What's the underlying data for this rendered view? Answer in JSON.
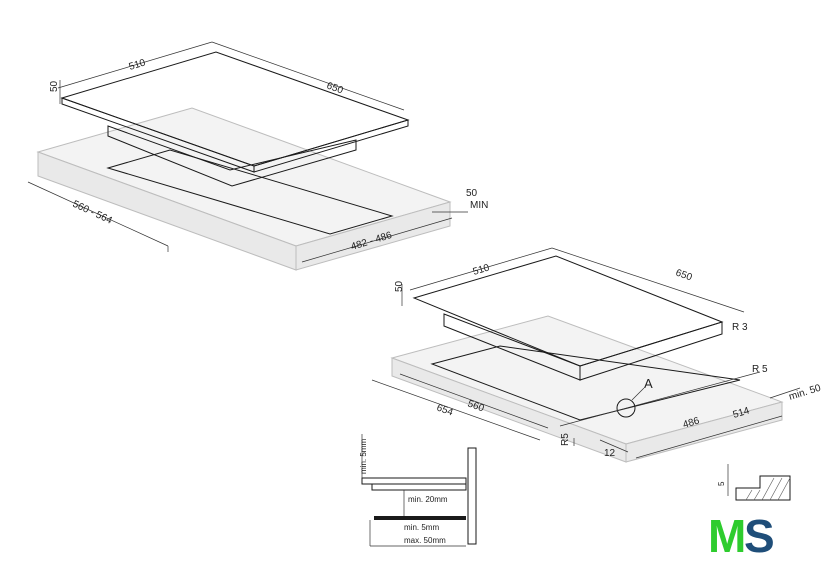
{
  "top_diagram": {
    "width": "510",
    "depth": "650",
    "thickness": "50",
    "cutout_depth": "560 - 564",
    "cutout_width": "482 - 486",
    "min_gap_value": "50",
    "min_gap_unit": "MIN"
  },
  "bottom_diagram": {
    "width": "510",
    "depth": "650",
    "thickness": "50",
    "corner_radius_top": "R 3",
    "corner_radius_right": "R 5",
    "corner_radius_front": "R5",
    "cutout_depth": "560",
    "outer_depth": "654",
    "cutout_width": "486",
    "outer_width": "514",
    "rim": "12",
    "min_gap": "min. 50",
    "detail_marker": "A"
  },
  "section_detail": {
    "top_gap": "min. 5mm",
    "min_clearance": "min. 20mm",
    "lower_min": "min. 5mm",
    "lower_max": "max. 50mm"
  },
  "edge_detail": {
    "depth": "5"
  },
  "brand": {
    "letter_m": "M",
    "letter_s": "S",
    "m_color": "#2ecc2e",
    "s_color": "#1f4e79"
  }
}
